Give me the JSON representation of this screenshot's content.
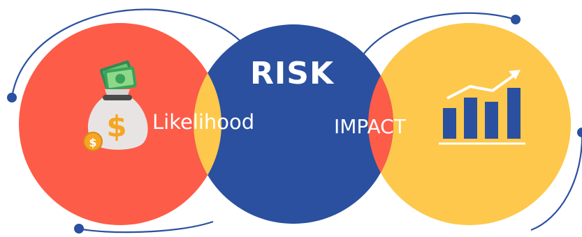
{
  "diagram": {
    "center_label": "RISK",
    "left_label": "Likelihood",
    "right_label": "IMPACT",
    "icons": {
      "left": "money-bag-icon",
      "right": "growth-bar-chart-icon"
    },
    "colors": {
      "left_circle": "#fd5c48",
      "center_circle": "#2a509f",
      "right_circle": "#fdc84b",
      "left_overlap": "#fdc84b",
      "right_overlap": "#fd5c48",
      "orbit_line": "#2a509f",
      "text": "#ffffff"
    }
  }
}
